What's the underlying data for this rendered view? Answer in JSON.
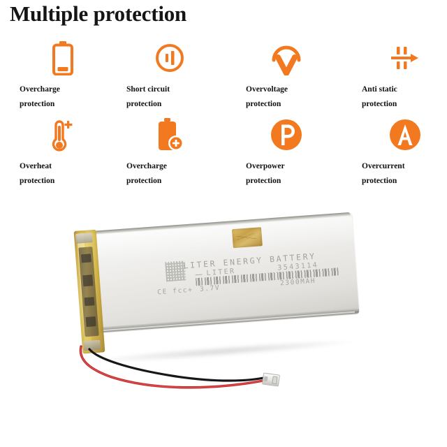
{
  "page": {
    "title": "Multiple protection",
    "background_color": "#ffffff",
    "accent_color": "#f2791f"
  },
  "features": [
    {
      "icon": "battery-low-outline-icon",
      "line1": "Overcharge",
      "line2": "protection"
    },
    {
      "icon": "short-circuit-icon",
      "line1": "Short circuit",
      "line2": "protection"
    },
    {
      "icon": "overvoltage-v-arc-icon",
      "line1": "Overvoltage",
      "line2": "protection"
    },
    {
      "icon": "anti-static-arrow-icon",
      "line1": "Anti static",
      "line2": "protection"
    },
    {
      "icon": "thermometer-plus-icon",
      "line1": "Overheat",
      "line2": "protection"
    },
    {
      "icon": "battery-plus-icon",
      "line1": "Overcharge",
      "line2": "protection"
    },
    {
      "icon": "overpower-p-circle-icon",
      "line1": "Overpower",
      "line2": "protection"
    },
    {
      "icon": "overcurrent-a-circle-icon",
      "line1": "Overcurrent",
      "line2": "protection"
    }
  ],
  "product_photo": {
    "name": "lipo-battery-pack-photo",
    "label": {
      "brand_line": "LITER ENERGY BATTERY",
      "sub_brand": "LITER",
      "model": "3543114",
      "certifications": "CE fcc+",
      "voltage": "3.7V",
      "capacity": "2300MAH"
    },
    "parts": {
      "protection_circuit": "protection-circuit-board",
      "kapton_tape": "kapton-tape",
      "red_wire": "positive-wire-red",
      "black_wire": "negative-wire-black",
      "connector": "jst-connector"
    }
  }
}
